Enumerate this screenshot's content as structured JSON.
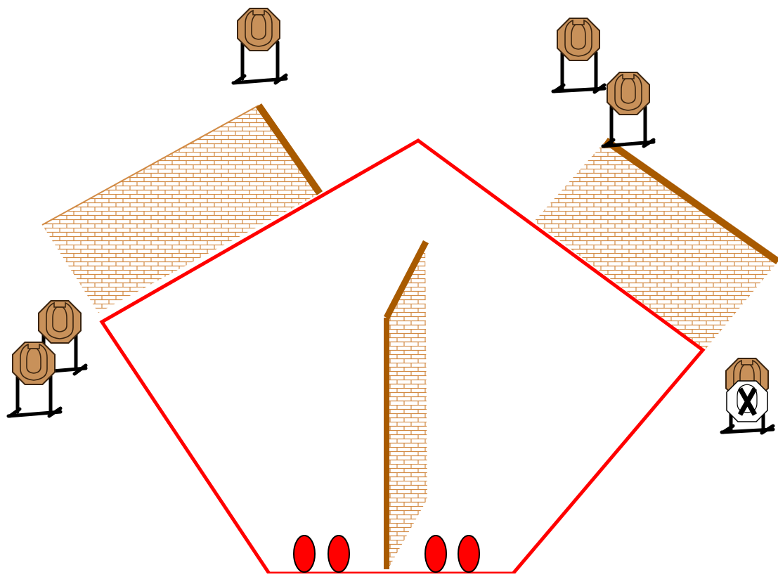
{
  "diagram": {
    "background_color": "#ffffff",
    "shooting_area": {
      "shape": "pentagon",
      "border_color": "#ff0000"
    },
    "wall_material": "brick",
    "colors": {
      "brick_mortar": "#ffffff",
      "brick_line": "#d28b45",
      "wall_edge": "#a85a00",
      "target_body": "#c8915a",
      "target_outline": "#3a2410",
      "stand": "#000000",
      "no_shoot_fill": "#ffffff",
      "no_shoot_mark": "#000000",
      "start_marker": "#ff0000"
    },
    "walls": [
      {
        "id": "wall-upper-left"
      },
      {
        "id": "wall-upper-right"
      },
      {
        "id": "wall-center"
      }
    ],
    "targets": [
      {
        "id": "target-top-left",
        "type": "paper-target"
      },
      {
        "id": "target-top-right-back",
        "type": "paper-target"
      },
      {
        "id": "target-top-right-front",
        "type": "paper-target"
      },
      {
        "id": "target-left-back",
        "type": "paper-target"
      },
      {
        "id": "target-left-front",
        "type": "paper-target"
      },
      {
        "id": "target-right",
        "type": "paper-target",
        "covered_by": "no-shoot-target"
      }
    ],
    "start_markers": [
      {
        "id": "start-marker-1"
      },
      {
        "id": "start-marker-2"
      },
      {
        "id": "start-marker-3"
      },
      {
        "id": "start-marker-4"
      }
    ]
  }
}
